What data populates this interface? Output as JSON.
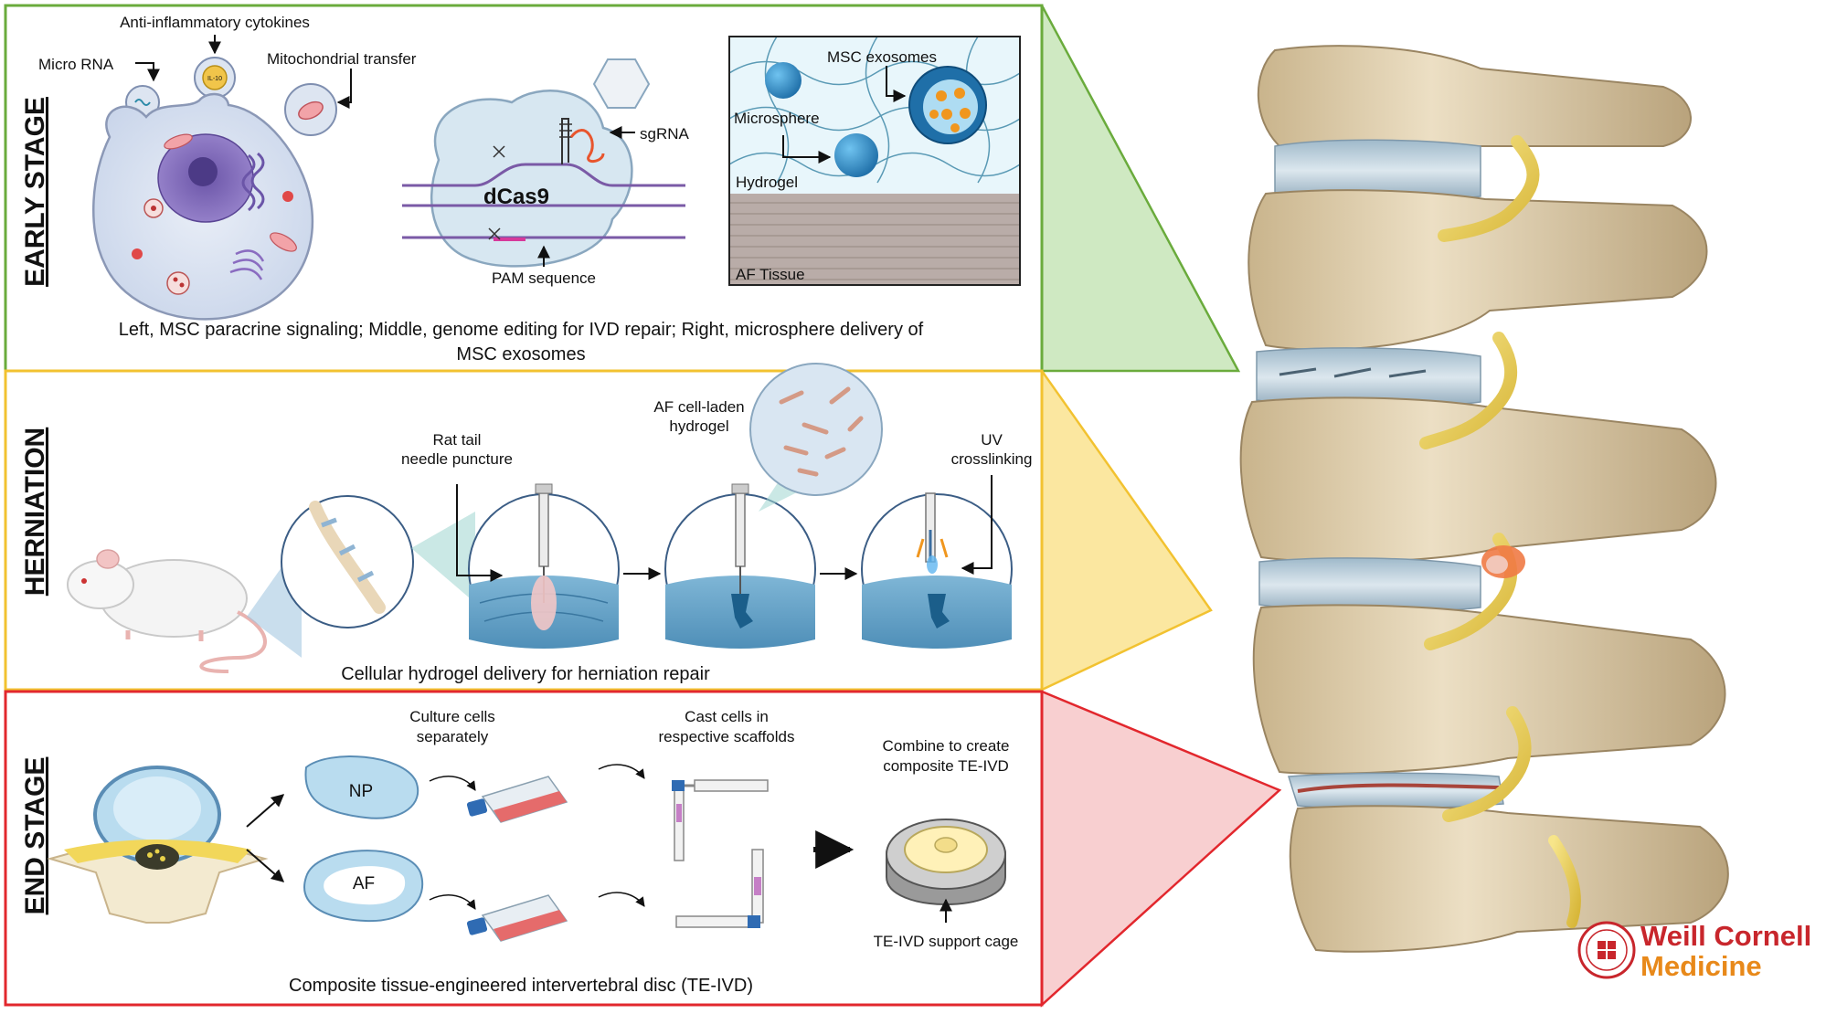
{
  "colors": {
    "early_border": "#6aab3c",
    "herniation_border": "#f2c230",
    "end_border": "#e2272d",
    "early_triangle": "#cfe9c2",
    "herniation_triangle": "#fbe7a0",
    "end_triangle": "#f8cfd0",
    "bone": "#e3d2b0",
    "disc": "#b9cfdc",
    "nerve": "#f0d867",
    "logo_red": "#c8262c",
    "logo_orange": "#e8891a"
  },
  "early_stage": {
    "title": "EARLY STAGE",
    "labels": {
      "anti_inflammatory": "Anti-inflammatory cytokines",
      "micro_rna": "Micro RNA",
      "mito_transfer": "Mitochondrial transfer",
      "il10": "IL-10",
      "sgrna": "sgRNA",
      "dcas9": "dCas9",
      "pam": "PAM sequence",
      "msc_exosomes": "MSC exosomes",
      "microsphere": "Microsphere",
      "hydrogel": "Hydrogel",
      "af_tissue": "AF Tissue"
    },
    "caption_line1": "Left, MSC paracrine signaling; Middle, genome editing for IVD repair; Right, microsphere delivery of",
    "caption_line2": "MSC exosomes"
  },
  "herniation": {
    "title": "HERNIATION",
    "labels": {
      "needle_1": "Rat tail",
      "needle_2": "needle puncture",
      "af_1": "AF cell-laden",
      "af_2": "hydrogel",
      "uv_1": "UV",
      "uv_2": "crosslinking"
    },
    "caption": "Cellular hydrogel delivery for herniation repair"
  },
  "end_stage": {
    "title": "END STAGE",
    "labels": {
      "culture_1": "Culture cells",
      "culture_2": "separately",
      "cast_1": "Cast cells in",
      "cast_2": "respective scaffolds",
      "combine_1": "Combine to create",
      "combine_2": "composite TE-IVD",
      "np": "NP",
      "af": "AF",
      "cage": "TE-IVD support cage"
    },
    "caption": "Composite tissue-engineered intervertebral disc (TE-IVD)"
  },
  "logo": {
    "line1": "Weill Cornell",
    "line2": "Medicine"
  }
}
